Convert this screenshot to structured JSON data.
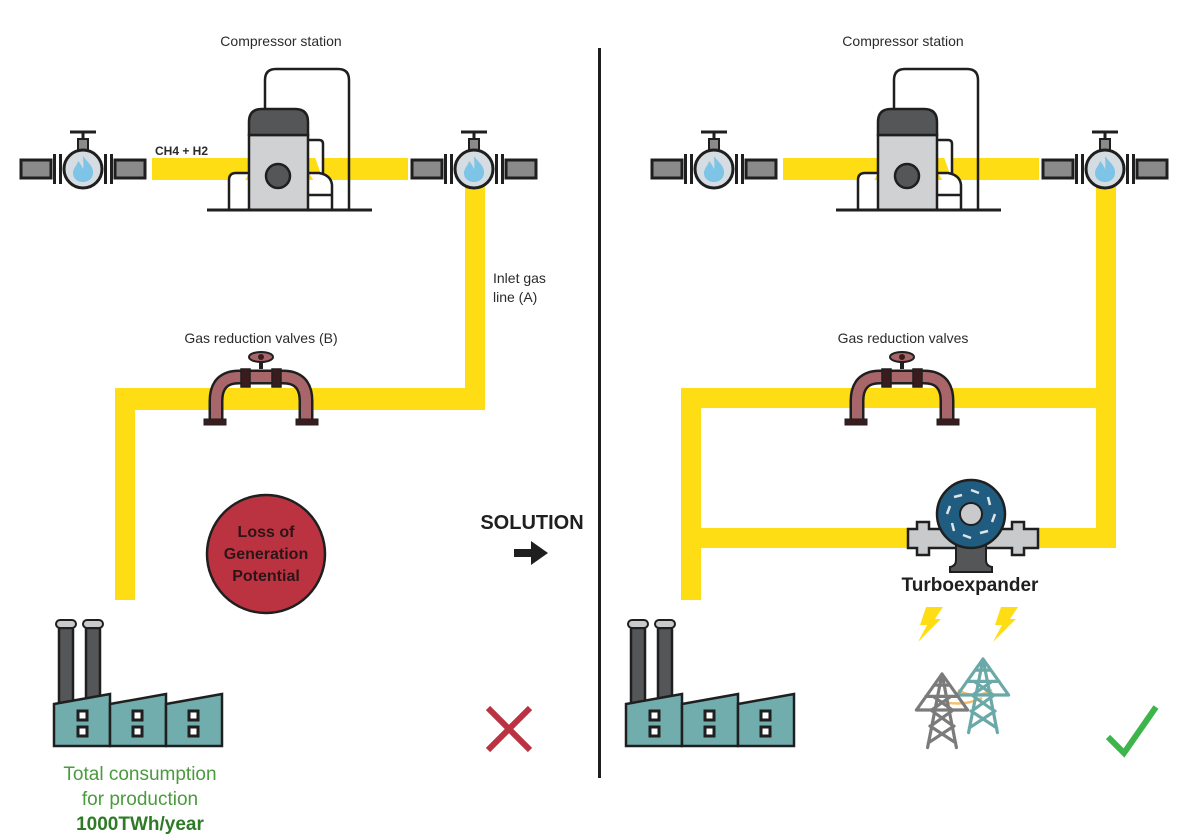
{
  "left_panel": {
    "compressor_label": "Compressor station",
    "gas_mix_label": "CH4 + H2",
    "inlet_line_label_line1": "Inlet gas",
    "inlet_line_label_line2": "line (A)",
    "reduction_valves_label": "Gas reduction valves (B)",
    "loss_badge": {
      "line1": "Loss of",
      "line2": "Generation",
      "line3": "Potential"
    },
    "consumption": {
      "line1": "Total consumption",
      "line2": "for production",
      "value": "1000TWh/year"
    },
    "status_icon": "cross-icon"
  },
  "solution_label": "SOLUTION",
  "solution_arrow_icon": "arrow-right-icon",
  "right_panel": {
    "compressor_label": "Compressor station",
    "reduction_valves_label": "Gas reduction valves",
    "turboexpander_label": "Turboexpander",
    "status_icon": "check-icon"
  },
  "colors": {
    "pipe": "#FFDD15",
    "valve_body": "#A9666A",
    "loss_badge": "#BB3340",
    "factory": "#72ADAE",
    "turbine": "#1F5C7F",
    "flame": "#7EC4E6",
    "cross": "#BB3340",
    "check": "#3DB54A",
    "consumption_text": "#4A9A3E",
    "pylon_gray": "#7B7B7B",
    "pylon_teal": "#6BA8A8",
    "wire": "#F4C06C"
  }
}
